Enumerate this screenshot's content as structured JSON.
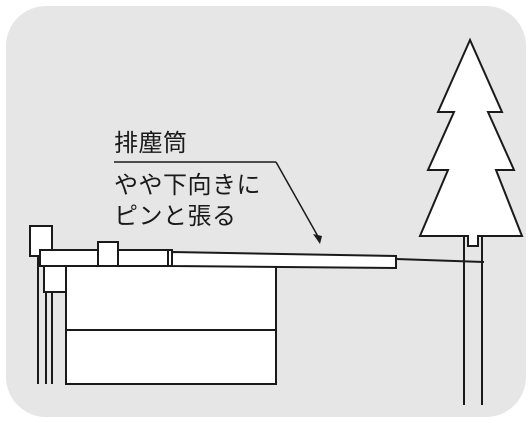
{
  "diagram": {
    "labels": {
      "title": "排塵筒",
      "note_line_1": "やや下向きに",
      "note_line_2": "ピンと張る"
    },
    "colors": {
      "background_panel": "#e6e6e6",
      "outline": "#1a1a1a",
      "fill": "#ffffff"
    }
  }
}
